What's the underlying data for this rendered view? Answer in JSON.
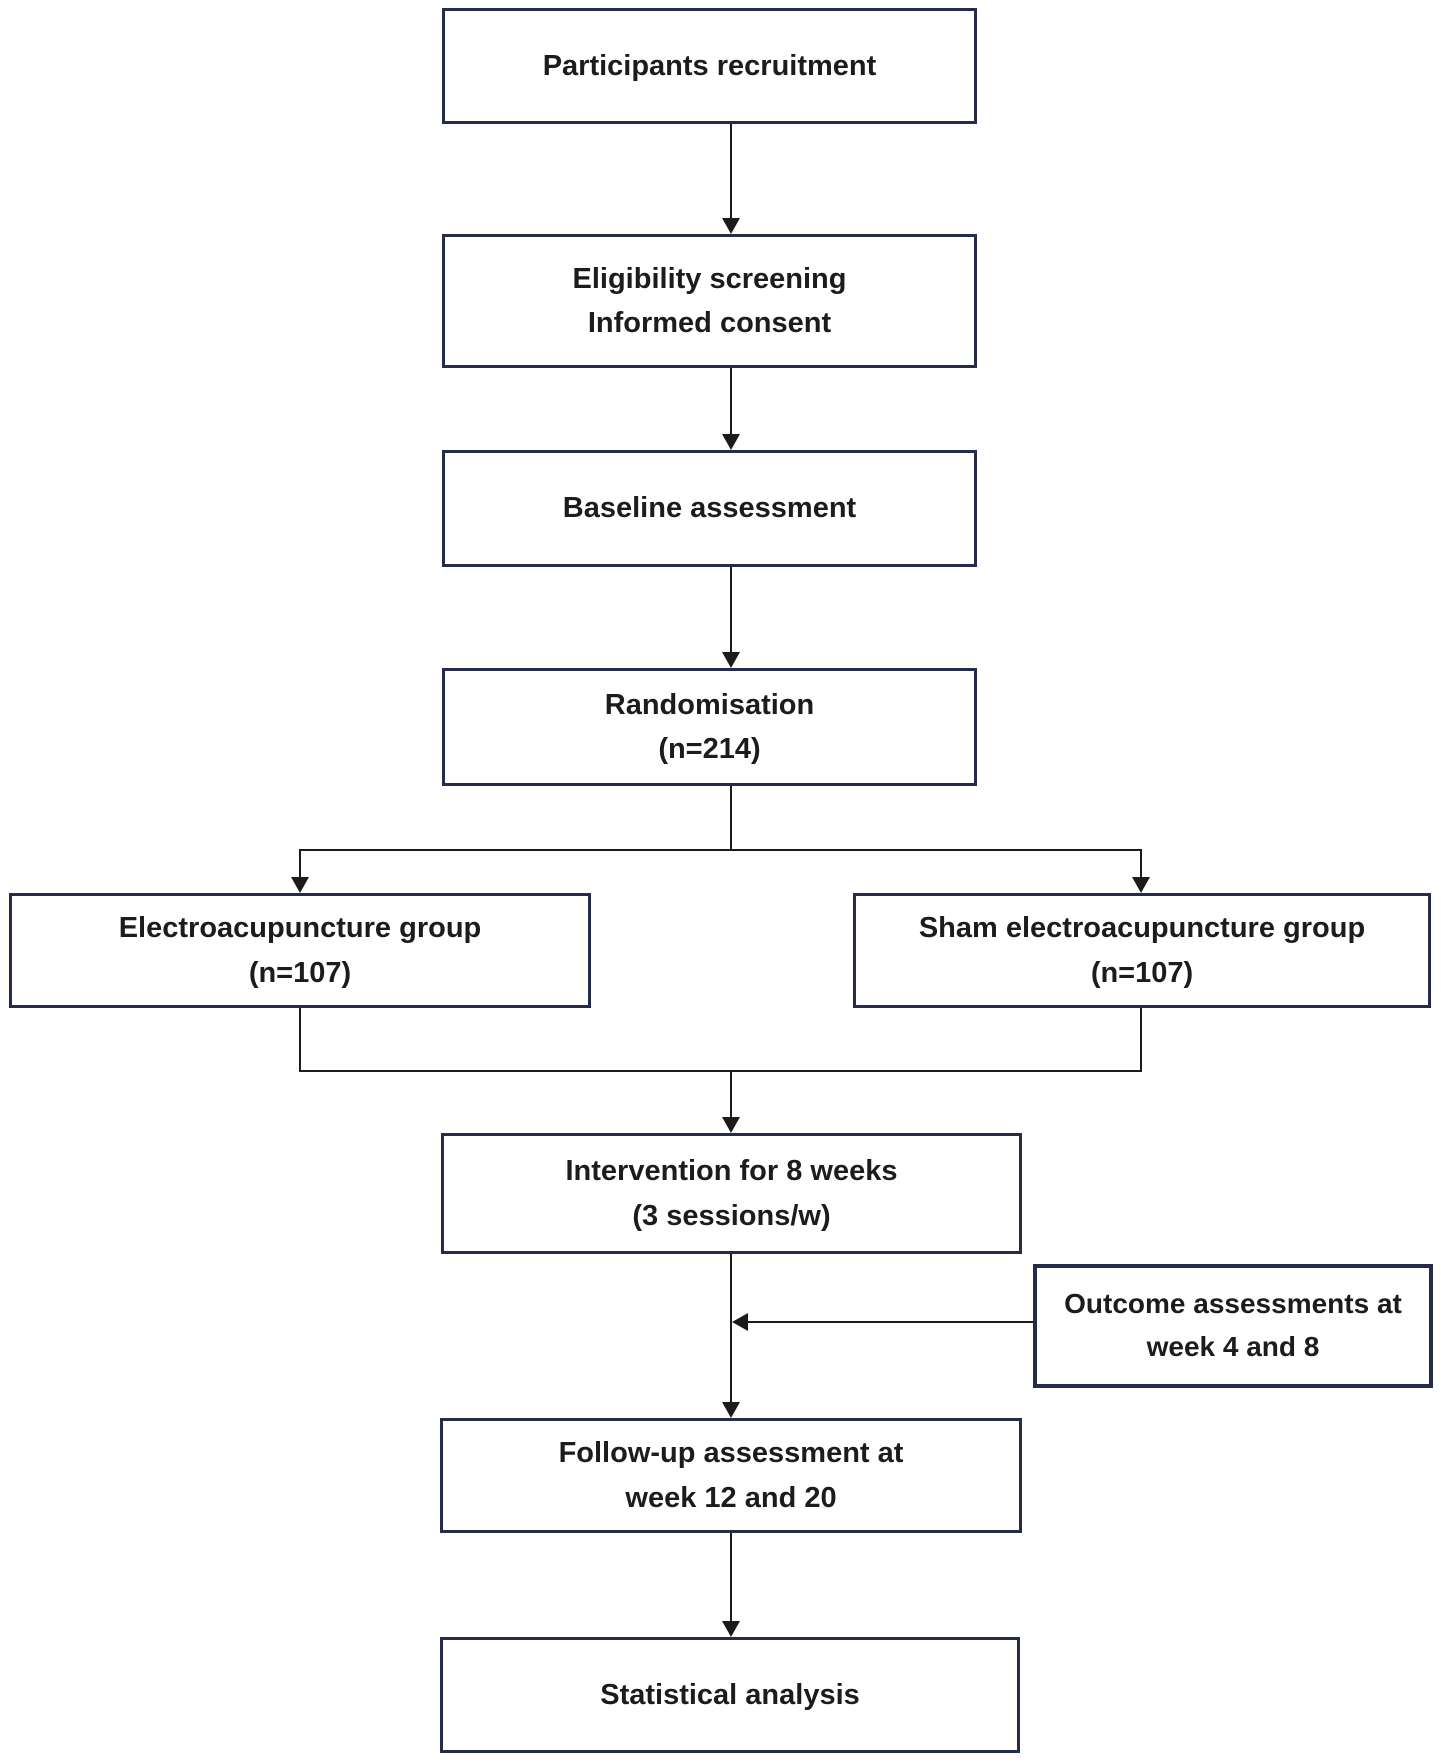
{
  "diagram": {
    "type": "flowchart",
    "colors": {
      "box_border": "#252b4a",
      "line": "#1b1b1b",
      "text": "#1c1c1c",
      "background": "#ffffff"
    },
    "nodes": {
      "participants": {
        "lines": [
          "Participants recruitment"
        ]
      },
      "eligibility": {
        "lines": [
          "Eligibility screening",
          "Informed consent"
        ]
      },
      "baseline": {
        "lines": [
          "Baseline assessment"
        ]
      },
      "randomisation": {
        "lines": [
          "Randomisation",
          "(n=214)"
        ]
      },
      "ea_group": {
        "lines": [
          "Electroacupuncture group",
          "(n=107)"
        ]
      },
      "sham_group": {
        "lines": [
          "Sham electroacupuncture group",
          "(n=107)"
        ]
      },
      "intervention": {
        "lines": [
          "Intervention for 8 weeks",
          "(3 sessions/w)"
        ]
      },
      "outcome": {
        "lines": [
          "Outcome assessments at",
          "week 4 and 8"
        ]
      },
      "followup": {
        "lines": [
          "Follow-up assessment at",
          "week 12 and 20"
        ]
      },
      "statistical": {
        "lines": [
          "Statistical analysis"
        ]
      }
    },
    "edges": [
      {
        "from": "participants",
        "to": "eligibility",
        "arrow": true
      },
      {
        "from": "eligibility",
        "to": "baseline",
        "arrow": true
      },
      {
        "from": "baseline",
        "to": "randomisation",
        "arrow": true
      },
      {
        "from": "randomisation",
        "to": "ea_group",
        "arrow": true
      },
      {
        "from": "randomisation",
        "to": "sham_group",
        "arrow": true
      },
      {
        "from": "ea_group",
        "to": "intervention",
        "arrow": true
      },
      {
        "from": "sham_group",
        "to": "intervention",
        "arrow": true
      },
      {
        "from": "intervention",
        "to": "followup",
        "arrow": true
      },
      {
        "from": "outcome",
        "to": "intervention-followup-connector",
        "arrow": true
      },
      {
        "from": "followup",
        "to": "statistical",
        "arrow": true
      }
    ]
  }
}
